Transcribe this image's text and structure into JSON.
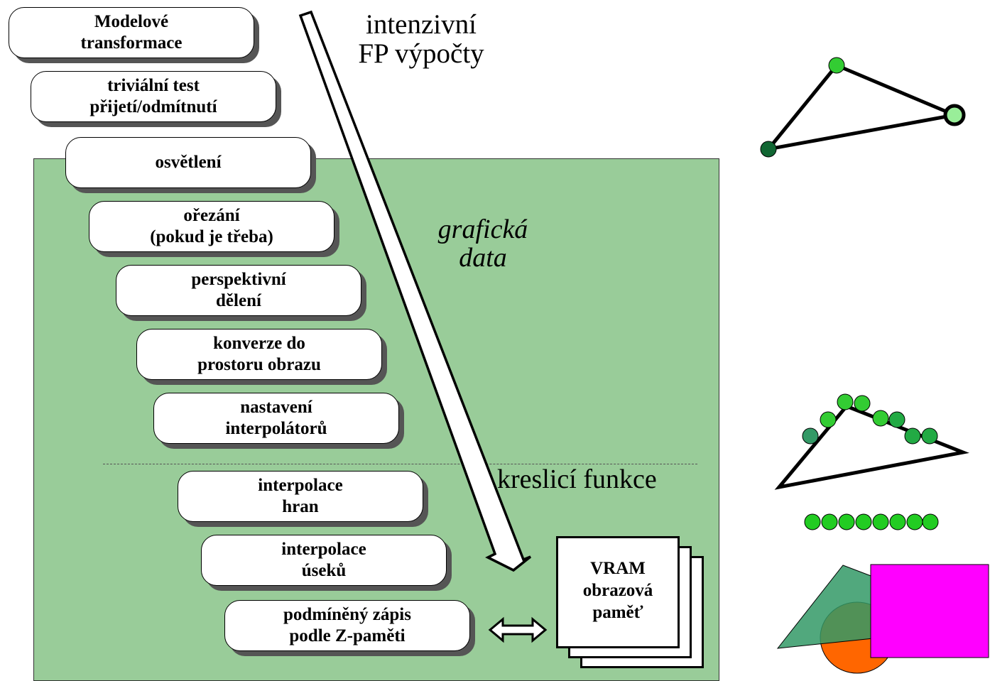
{
  "stages": [
    {
      "id": "modelove-transformace",
      "label": "Modelové\ntransformace"
    },
    {
      "id": "trivialni-test",
      "label": "triviální test\npřijetí/odmítnutí"
    },
    {
      "id": "osvetleni",
      "label": "osvětlení"
    },
    {
      "id": "orezani",
      "label": "ořezání\n(pokud je třeba)"
    },
    {
      "id": "perspektivni-deleni",
      "label": "perspektivní\ndělení"
    },
    {
      "id": "konverze",
      "label": "konverze do\nprostoru  obrazu"
    },
    {
      "id": "nastaveni-interpolatoru",
      "label": "nastavení\ninterpolátorů"
    },
    {
      "id": "interpolace-hran",
      "label": "interpolace\nhran"
    },
    {
      "id": "interpolace-useku",
      "label": "interpolace\núseků"
    },
    {
      "id": "podmineny-zapis",
      "label": "podmíněný zápis\npodle Z-paměti"
    }
  ],
  "labels": {
    "intenzivni": "intenzivní\nFP výpočty",
    "graficka_data": "grafická\ndata",
    "kreslici_funkce": "kreslicí funkce"
  },
  "vram": {
    "label": "VRAM\nobrazová\npaměť"
  },
  "colors": {
    "green_area": "#99cc99",
    "vertex_light": "#55dd55",
    "vertex_dark": "#116633",
    "pixel_green": "#22cc22",
    "magenta": "#ff00ff",
    "orange": "#ff6600",
    "teal_green": "#339966"
  }
}
